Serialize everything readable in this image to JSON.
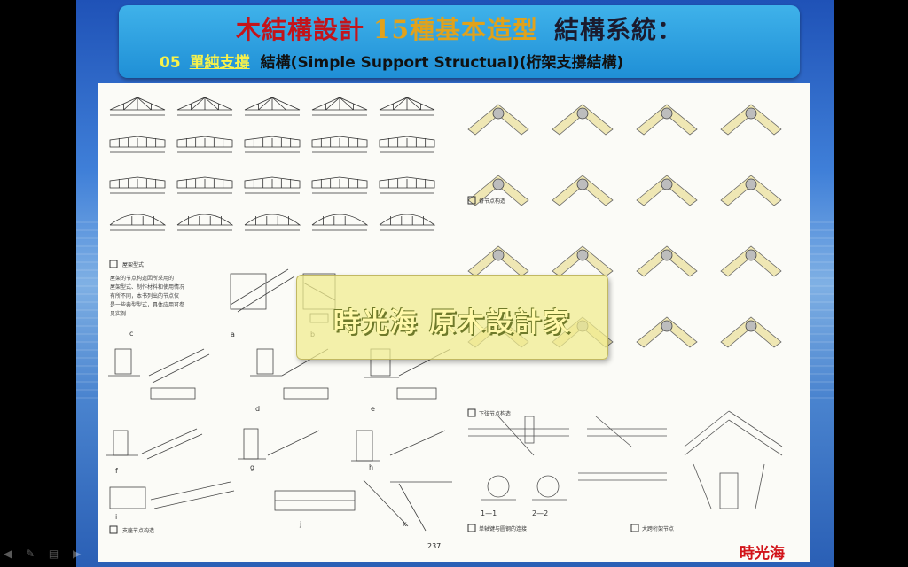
{
  "slide": {
    "title_part1": "木結構設計",
    "title_part2": "15種基本造型",
    "title_part3": "結構系統：",
    "subtitle_number": "05",
    "subtitle_underlined": "單純支撐",
    "subtitle_rest": "結構(Simple Support Structual)(桁架支撐結構)"
  },
  "watermark": {
    "text": "時光海 原木設計家"
  },
  "footer": {
    "author_mark": "時光海"
  },
  "book": {
    "page_number": "237"
  },
  "colors": {
    "title_red": "#c4141a",
    "title_gold": "#e1a21b",
    "banner": "#1f8fd6",
    "watermark": "#f0ec8c"
  }
}
